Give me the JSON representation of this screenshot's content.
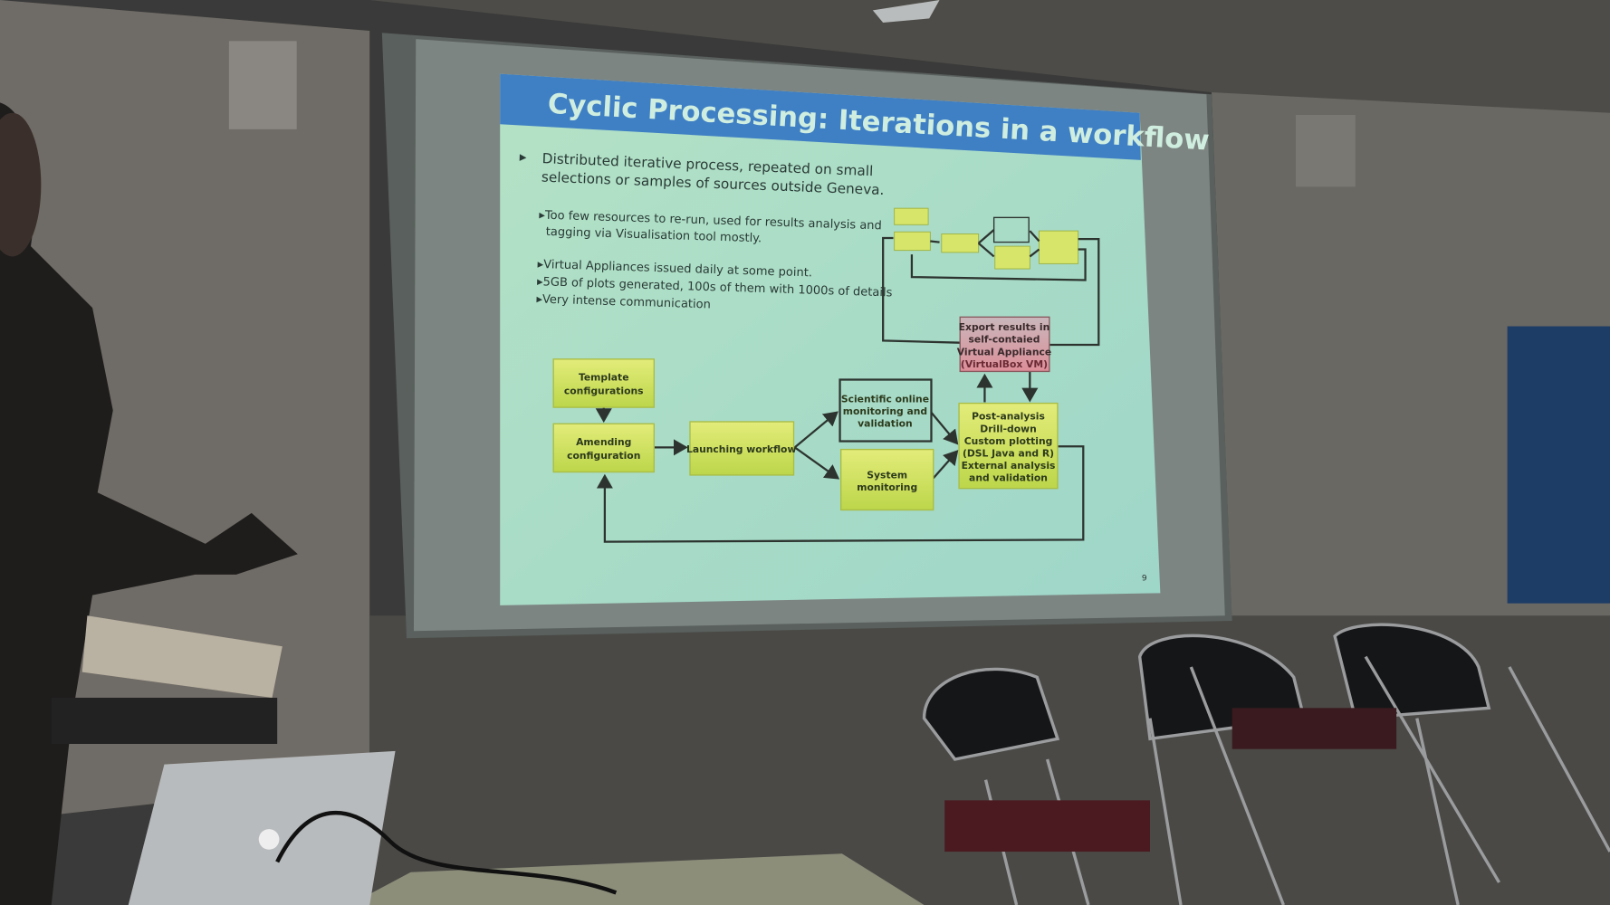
{
  "slide": {
    "title": "Cyclic Processing: Iterations in a workflow",
    "bullet_main": [
      "Distributed iterative process, repeated on small",
      "selections or samples of sources outside Geneva."
    ],
    "sub_bullets": [
      [
        "Too few resources to re-run, used for results analysis and",
        "tagging via Visualisation tool mostly."
      ],
      [
        "Virtual Appliances issued daily at some point."
      ],
      [
        "5GB of plots generated, 100s of them with 1000s of details"
      ],
      [
        "Very intense communication"
      ]
    ],
    "page_number": "9"
  },
  "diagram": {
    "template": [
      "Template",
      "configurations"
    ],
    "amending": [
      "Amending",
      "configuration"
    ],
    "launching": "Launching workflow",
    "scientific": [
      "Scientific online",
      "monitoring and",
      "validation"
    ],
    "system": [
      "System",
      "monitoring"
    ],
    "post": [
      "Post-analysis",
      "Drill-down",
      "Custom plotting",
      "(DSL Java and R)",
      "External analysis",
      "and validation"
    ],
    "export": [
      "Export results in",
      "self-contaied",
      "Virtual Appliance",
      "(VirtualBox VM)"
    ]
  },
  "colors": {
    "title_bar": "#3f7fc4",
    "slide_bg": "#a9dcc6",
    "box_green": "#d5e46a",
    "export_pink": "#d9a0a8"
  }
}
